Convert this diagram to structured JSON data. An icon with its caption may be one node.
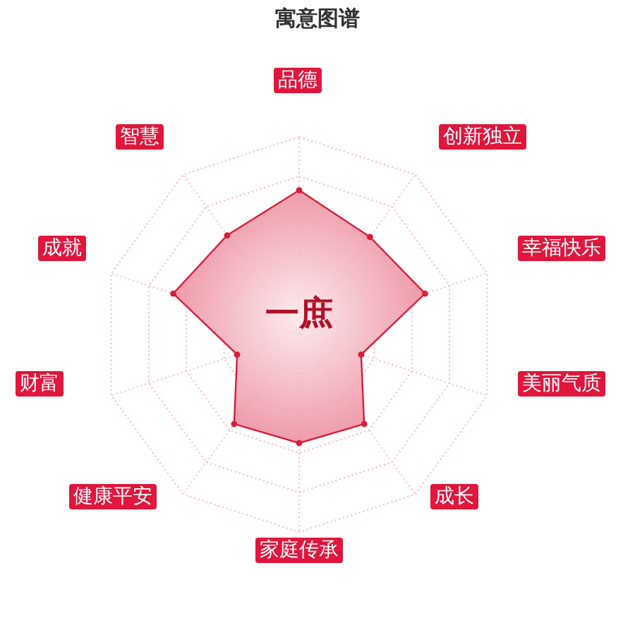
{
  "diagram": {
    "title": "寓意图谱",
    "nodes": [
      {
        "text": [
          "品德"
        ]
      },
      {
        "text": [
          "创新独立"
        ]
      },
      {
        "text": [
          "幸福快乐"
        ]
      },
      {
        "text": [
          "美丽气质"
        ]
      },
      {
        "text": [
          "成长"
        ]
      },
      {
        "text": [
          "家庭传承"
        ]
      },
      {
        "text": [
          "健康平安"
        ]
      },
      {
        "text": [
          "财富"
        ]
      },
      {
        "text": [
          "成就"
        ]
      },
      {
        "text": [
          "智慧"
        ]
      }
    ],
    "labels": [
      "一庶"
    ]
  }
}
